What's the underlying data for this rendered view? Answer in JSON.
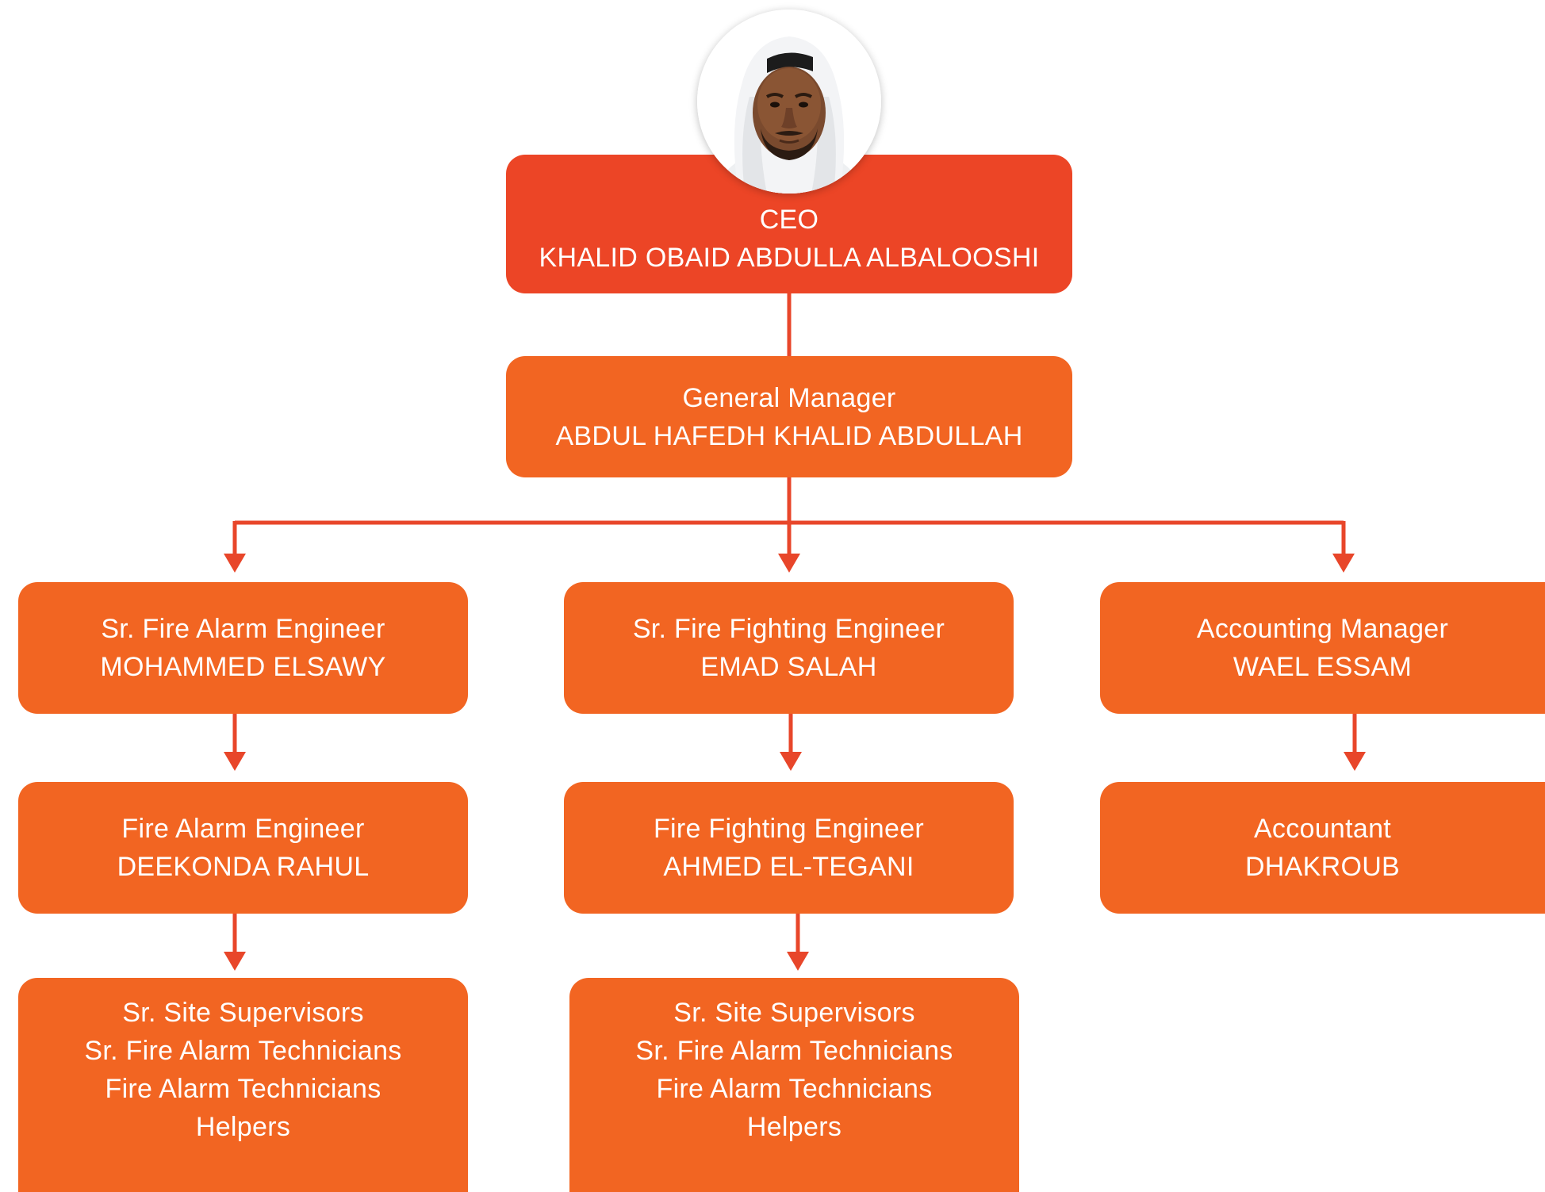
{
  "colors": {
    "ceo_box": "#ec4526",
    "box": "#f26522",
    "connector": "#e8462a",
    "text": "#ffffff"
  },
  "ceo": {
    "title": "CEO",
    "name": "KHALID OBAID ABDULLA ALBALOOSHI",
    "photo": "ceo-portrait"
  },
  "general_manager": {
    "title": "General Manager",
    "name": "ABDUL HAFEDH KHALID ABDULLAH"
  },
  "branches": {
    "fire_alarm": {
      "lead": {
        "title": "Sr. Fire Alarm Engineer",
        "name": "MOHAMMED ELSAWY"
      },
      "engineer": {
        "title": "Fire Alarm Engineer",
        "name": "DEEKONDA RAHUL"
      },
      "team": [
        "Sr. Site Supervisors",
        "Sr. Fire Alarm Technicians",
        "Fire Alarm Technicians",
        "Helpers"
      ]
    },
    "fire_fighting": {
      "lead": {
        "title": "Sr. Fire Fighting Engineer",
        "name": "EMAD SALAH"
      },
      "engineer": {
        "title": "Fire Fighting Engineer",
        "name": "AHMED EL-TEGANI"
      },
      "team": [
        "Sr. Site Supervisors",
        "Sr. Fire Alarm Technicians",
        "Fire Alarm Technicians",
        "Helpers"
      ]
    },
    "accounting": {
      "lead": {
        "title": "Accounting Manager",
        "name": "WAEL ESSAM"
      },
      "staff": {
        "title": "Accountant",
        "name": "DHAKROUB"
      }
    }
  }
}
